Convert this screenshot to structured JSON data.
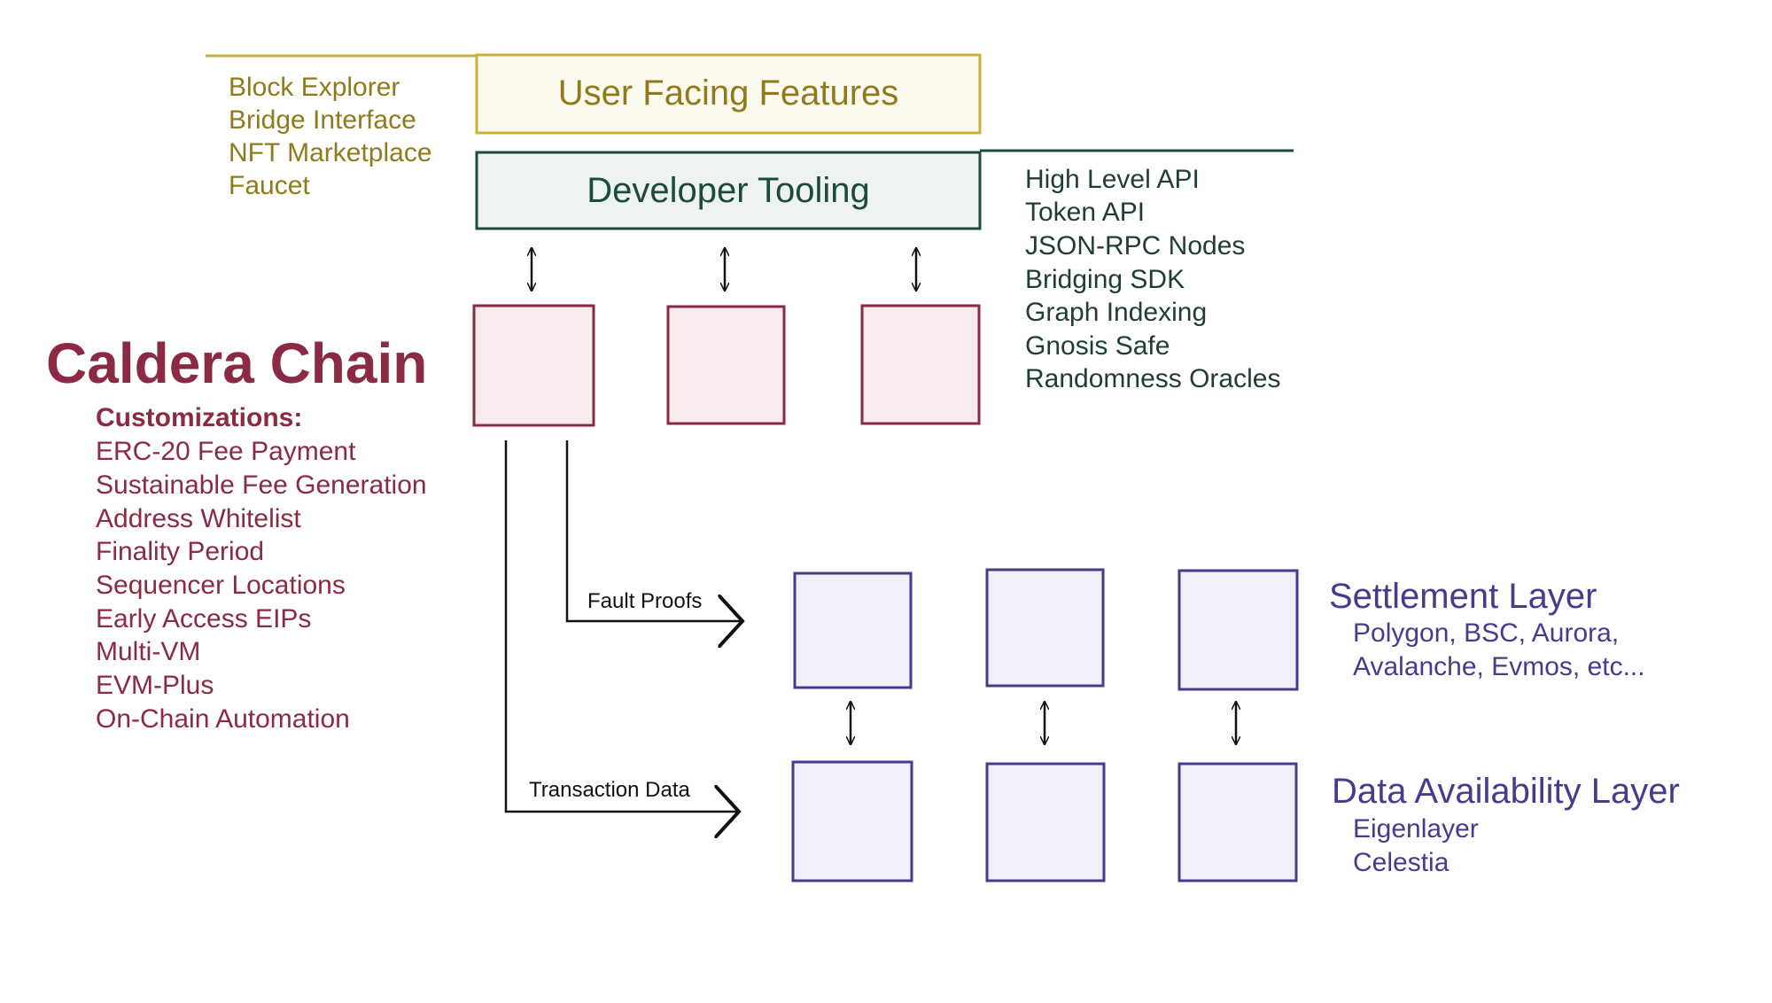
{
  "colors": {
    "user_facing": "#c9b03a",
    "user_facing_fill": "#fcfaef",
    "developer": "#1e4a3c",
    "developer_fill": "#ecf3f0",
    "caldera": "#8b2a44",
    "caldera_fill": "#f8ebee",
    "layer": "#4a3a8e",
    "layer_fill": "#f1eff9",
    "arrow": "#111111"
  },
  "user_facing": {
    "title": "User Facing Features",
    "items": [
      "Block Explorer",
      "Bridge Interface",
      "NFT Marketplace",
      "Faucet"
    ]
  },
  "developer_tooling": {
    "title": "Developer Tooling",
    "items": [
      "High Level API",
      "Token API",
      "JSON-RPC Nodes",
      "Bridging SDK",
      "Graph Indexing",
      "Gnosis Safe",
      "Randomness Oracles"
    ]
  },
  "caldera": {
    "title": "Caldera Chain",
    "subtitle": "Customizations:",
    "items": [
      "ERC-20 Fee Payment",
      "Sustainable Fee Generation",
      "Address Whitelist",
      "Finality Period",
      "Sequencer Locations",
      "Early Access EIPs",
      "Multi-VM",
      "EVM-Plus",
      "On-Chain Automation"
    ]
  },
  "edges": {
    "fault_proofs": "Fault Proofs",
    "transaction_data": "Transaction Data"
  },
  "settlement": {
    "title": "Settlement Layer",
    "lines": [
      "Polygon, BSC, Aurora,",
      "Avalanche, Evmos, etc..."
    ]
  },
  "data_availability": {
    "title": "Data Availability Layer",
    "lines": [
      "Eigenlayer",
      "Celestia"
    ]
  }
}
